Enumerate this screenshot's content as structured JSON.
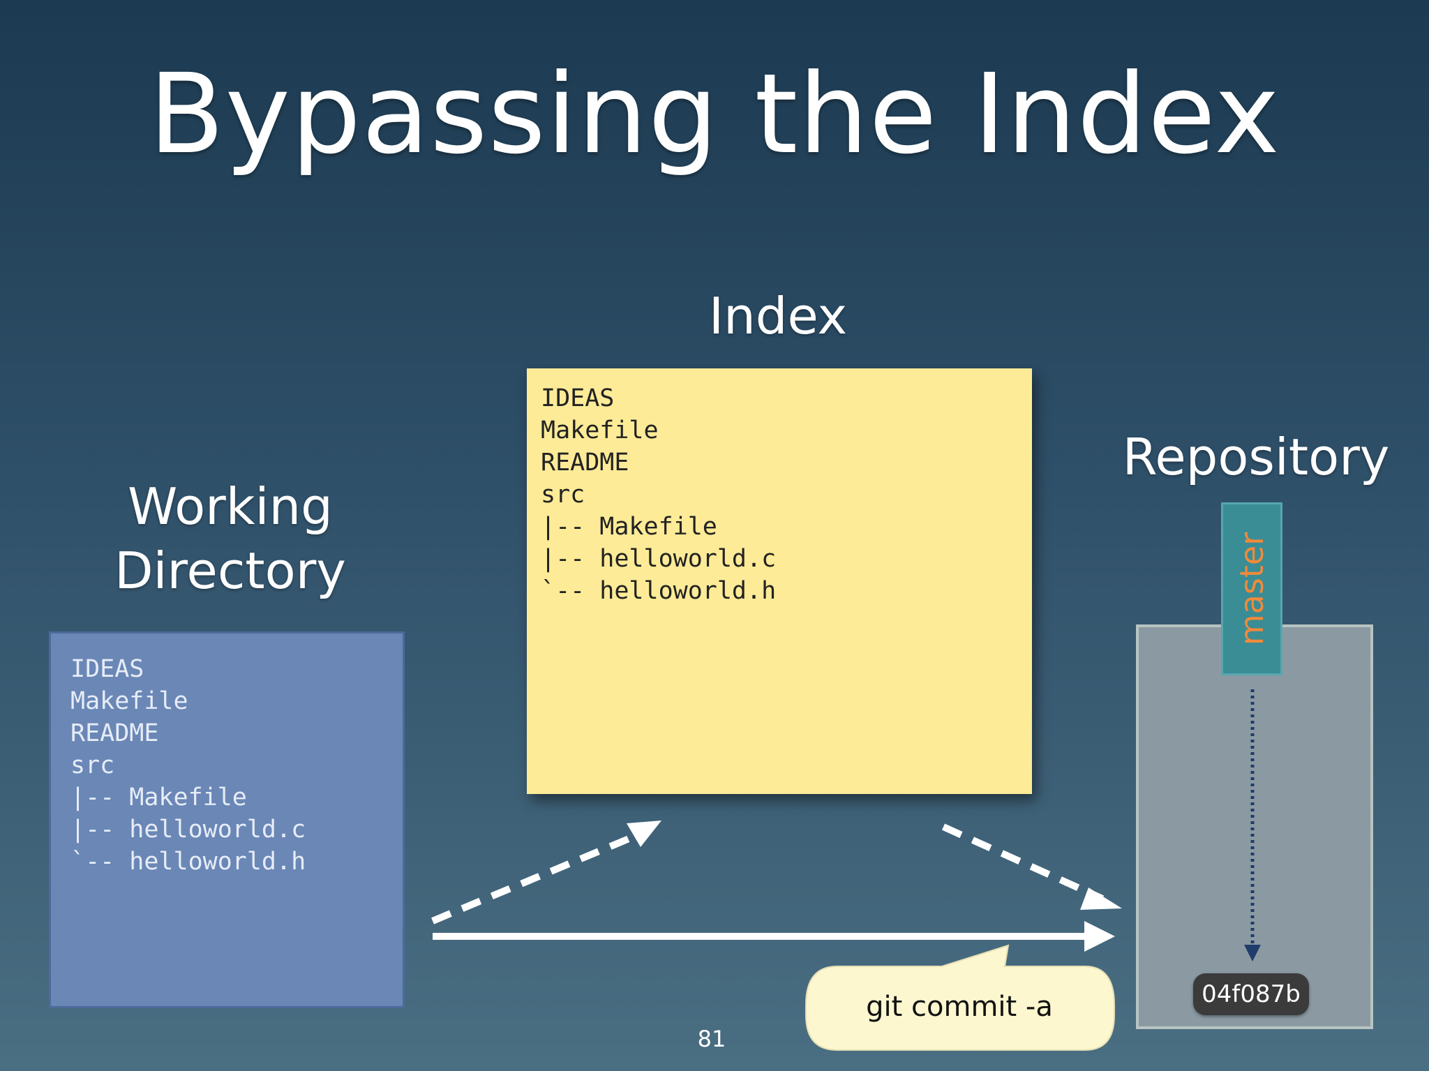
{
  "slide": {
    "title": "Bypassing the Index",
    "page_number": "81"
  },
  "labels": {
    "index": "Index",
    "working_line1": "Working",
    "working_line2": "Directory",
    "repository": "Repository"
  },
  "working_directory": {
    "files": [
      "IDEAS",
      "Makefile",
      "README",
      "src",
      "|-- Makefile",
      "|-- helloworld.c",
      "`-- helloworld.h"
    ]
  },
  "index": {
    "files": [
      "IDEAS",
      "Makefile",
      "README",
      "src",
      "|-- Makefile",
      "|-- helloworld.c",
      "`-- helloworld.h"
    ]
  },
  "repository": {
    "branch": "master",
    "commit": "04f087b"
  },
  "command": "git commit -a",
  "colors": {
    "working_box": "#6a87b6",
    "index_box": "#fdeb97",
    "repo_box": "#8b9aa2",
    "branch_tag": "#3a8c95",
    "branch_text": "#f08a3a",
    "callout": "#fdf7cf"
  }
}
